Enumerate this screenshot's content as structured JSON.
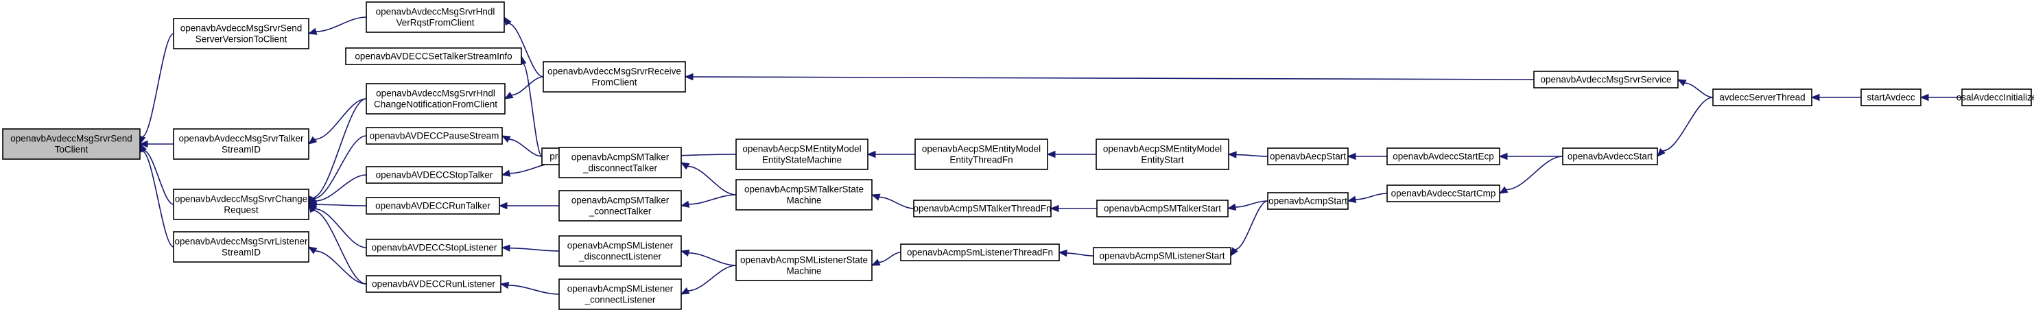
{
  "graph": {
    "nodes": [
      {
        "id": "root",
        "lines": [
          "openavbAvdeccMsgSrvrSend",
          "ToClient"
        ],
        "root": true
      },
      {
        "id": "sendVer",
        "lines": [
          "openavbAvdeccMsgSrvrSend",
          "ServerVersionToClient"
        ]
      },
      {
        "id": "talkerSID",
        "lines": [
          "openavbAvdeccMsgSrvrTalker",
          "StreamID"
        ]
      },
      {
        "id": "change",
        "lines": [
          "openavbAvdeccMsgSrvrChange",
          "Request"
        ]
      },
      {
        "id": "listenerSID",
        "lines": [
          "openavbAvdeccMsgSrvrListener",
          "StreamID"
        ]
      },
      {
        "id": "hndlVer",
        "lines": [
          "openavbAvdeccMsgSrvrHndl",
          "VerRqstFromClient"
        ]
      },
      {
        "id": "setTalker",
        "lines": [
          "openavbAVDECCSetTalkerStreamInfo"
        ]
      },
      {
        "id": "hndlChange",
        "lines": [
          "openavbAvdeccMsgSrvrHndl",
          "ChangeNotificationFromClient"
        ]
      },
      {
        "id": "pause",
        "lines": [
          "openavbAVDECCPauseStream"
        ]
      },
      {
        "id": "stopTalker",
        "lines": [
          "openavbAVDECCStopTalker"
        ]
      },
      {
        "id": "runTalker",
        "lines": [
          "openavbAVDECCRunTalker"
        ]
      },
      {
        "id": "stopListener",
        "lines": [
          "openavbAVDECCStopListener"
        ]
      },
      {
        "id": "runListener",
        "lines": [
          "openavbAVDECCRunListener"
        ]
      },
      {
        "id": "receive",
        "lines": [
          "openavbAvdeccMsgSrvrReceive",
          "FromClient"
        ]
      },
      {
        "id": "process",
        "lines": [
          "processCommand"
        ]
      },
      {
        "id": "discTalker",
        "lines": [
          "openavbAcmpSMTalker",
          "_disconnectTalker"
        ]
      },
      {
        "id": "connTalker",
        "lines": [
          "openavbAcmpSMTalker",
          "_connectTalker"
        ]
      },
      {
        "id": "discListener",
        "lines": [
          "openavbAcmpSMListener",
          "_disconnectListener"
        ]
      },
      {
        "id": "connListener",
        "lines": [
          "openavbAcmpSMListener",
          "_connectListener"
        ]
      },
      {
        "id": "entitySM",
        "lines": [
          "openavbAecpSMEntityModel",
          "EntityStateMachine"
        ]
      },
      {
        "id": "talkerSM",
        "lines": [
          "openavbAcmpSMTalkerState",
          "Machine"
        ]
      },
      {
        "id": "listenerSM",
        "lines": [
          "openavbAcmpSMListenerState",
          "Machine"
        ]
      },
      {
        "id": "entityThread",
        "lines": [
          "openavbAecpSMEntityModel",
          "EntityThreadFn"
        ]
      },
      {
        "id": "talkerThread",
        "lines": [
          "openavbAcmpSMTalkerThreadFn"
        ]
      },
      {
        "id": "listenerThread",
        "lines": [
          "openavbAcmpSmListenerThreadFn"
        ]
      },
      {
        "id": "entityStart",
        "lines": [
          "openavbAecpSMEntityModel",
          "EntityStart"
        ]
      },
      {
        "id": "talkerStart",
        "lines": [
          "openavbAcmpSMTalkerStart"
        ]
      },
      {
        "id": "listenerStart",
        "lines": [
          "openavbAcmpSMListenerStart"
        ]
      },
      {
        "id": "aecpStart",
        "lines": [
          "openavbAecpStart"
        ]
      },
      {
        "id": "acmpStart",
        "lines": [
          "openavbAcmpStart"
        ]
      },
      {
        "id": "startEcp",
        "lines": [
          "openavbAvdeccStartEcp"
        ]
      },
      {
        "id": "startCmp",
        "lines": [
          "openavbAvdeccStartCmp"
        ]
      },
      {
        "id": "msgService",
        "lines": [
          "openavbAvdeccMsgSrvrService"
        ]
      },
      {
        "id": "avdeccStart",
        "lines": [
          "openavbAvdeccStart"
        ]
      },
      {
        "id": "serverThread",
        "lines": [
          "avdeccServerThread"
        ]
      },
      {
        "id": "startAvdecc",
        "lines": [
          "startAvdecc"
        ]
      },
      {
        "id": "osalInit",
        "lines": [
          "osalAvdeccInitialize"
        ]
      }
    ],
    "edges": [
      [
        "sendVer",
        "root"
      ],
      [
        "talkerSID",
        "root"
      ],
      [
        "change",
        "root"
      ],
      [
        "listenerSID",
        "root"
      ],
      [
        "hndlVer",
        "sendVer"
      ],
      [
        "hndlChange",
        "talkerSID"
      ],
      [
        "pause",
        "change"
      ],
      [
        "stopTalker",
        "change"
      ],
      [
        "runTalker",
        "change"
      ],
      [
        "stopListener",
        "change"
      ],
      [
        "runListener",
        "change"
      ],
      [
        "runListener",
        "listenerSID"
      ],
      [
        "hndlChange",
        "change"
      ],
      [
        "receive",
        "hndlVer"
      ],
      [
        "receive",
        "hndlChange"
      ],
      [
        "process",
        "setTalker"
      ],
      [
        "process",
        "pause"
      ],
      [
        "discTalker",
        "stopTalker"
      ],
      [
        "connTalker",
        "runTalker"
      ],
      [
        "discListener",
        "stopListener"
      ],
      [
        "connListener",
        "runListener"
      ],
      [
        "msgService",
        "receive"
      ],
      [
        "entitySM",
        "process"
      ],
      [
        "talkerSM",
        "discTalker"
      ],
      [
        "talkerSM",
        "connTalker"
      ],
      [
        "listenerSM",
        "discListener"
      ],
      [
        "listenerSM",
        "connListener"
      ],
      [
        "entityThread",
        "entitySM"
      ],
      [
        "talkerThread",
        "talkerSM"
      ],
      [
        "listenerThread",
        "listenerSM"
      ],
      [
        "entityStart",
        "entityThread"
      ],
      [
        "talkerStart",
        "talkerThread"
      ],
      [
        "listenerStart",
        "listenerThread"
      ],
      [
        "aecpStart",
        "entityStart"
      ],
      [
        "acmpStart",
        "talkerStart"
      ],
      [
        "acmpStart",
        "listenerStart"
      ],
      [
        "startEcp",
        "aecpStart"
      ],
      [
        "startCmp",
        "acmpStart"
      ],
      [
        "avdeccStart",
        "startEcp"
      ],
      [
        "avdeccStart",
        "startCmp"
      ],
      [
        "serverThread",
        "msgService"
      ],
      [
        "serverThread",
        "avdeccStart"
      ],
      [
        "startAvdecc",
        "serverThread"
      ],
      [
        "osalInit",
        "startAvdecc"
      ]
    ]
  }
}
